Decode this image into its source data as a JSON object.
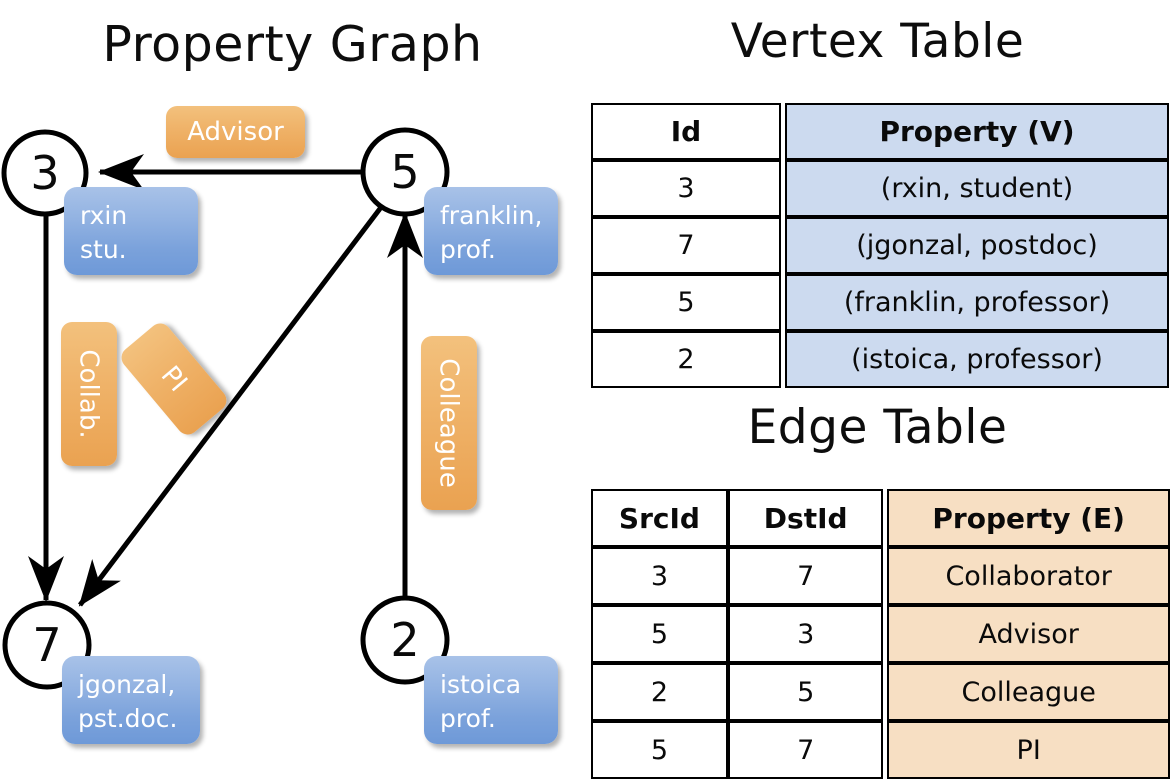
{
  "titles": {
    "property_graph": "Property Graph",
    "vertex_table": "Vertex Table",
    "edge_table": "Edge Table"
  },
  "graph": {
    "vertices": [
      {
        "id": "3",
        "property_label": "rxin\nstu."
      },
      {
        "id": "5",
        "property_label": "franklin,\nprof."
      },
      {
        "id": "7",
        "property_label": "jgonzal,\npst.doc."
      },
      {
        "id": "2",
        "property_label": "istoica\nprof."
      }
    ],
    "vertex_labels": {
      "v3_line1": "rxin",
      "v3_line2": "stu.",
      "v5_line1": "franklin,",
      "v5_line2": "prof.",
      "v7_line1": "jgonzal,",
      "v7_line2": "pst.doc.",
      "v2_line1": "istoica",
      "v2_line2": "prof."
    },
    "edge_labels": {
      "advisor": "Advisor",
      "collab": "Collab.",
      "pi": "PI",
      "colleague": "Colleague"
    },
    "edges": [
      {
        "from": "5",
        "to": "3",
        "label": "Advisor"
      },
      {
        "from": "3",
        "to": "7",
        "label": "Collab."
      },
      {
        "from": "5",
        "to": "7",
        "label": "PI"
      },
      {
        "from": "2",
        "to": "5",
        "label": "Colleague"
      }
    ],
    "colors": {
      "vertex_property_box": "#7ba2db",
      "edge_property_box": "#efb268",
      "node_stroke": "#000000"
    }
  },
  "vertex_table": {
    "headers": [
      "Id",
      "Property (V)"
    ],
    "rows": [
      {
        "id": "3",
        "property": "(rxin, student)"
      },
      {
        "id": "7",
        "property": "(jgonzal, postdoc)"
      },
      {
        "id": "5",
        "property": "(franklin, professor)"
      },
      {
        "id": "2",
        "property": "(istoica, professor)"
      }
    ],
    "property_col_bg": "#ccdaef"
  },
  "edge_table": {
    "headers": [
      "SrcId",
      "DstId",
      "Property (E)"
    ],
    "rows": [
      {
        "src": "3",
        "dst": "7",
        "property": "Collaborator"
      },
      {
        "src": "5",
        "dst": "3",
        "property": "Advisor"
      },
      {
        "src": "2",
        "dst": "5",
        "property": "Colleague"
      },
      {
        "src": "5",
        "dst": "7",
        "property": "PI"
      }
    ],
    "property_col_bg": "#f7dfc3"
  }
}
